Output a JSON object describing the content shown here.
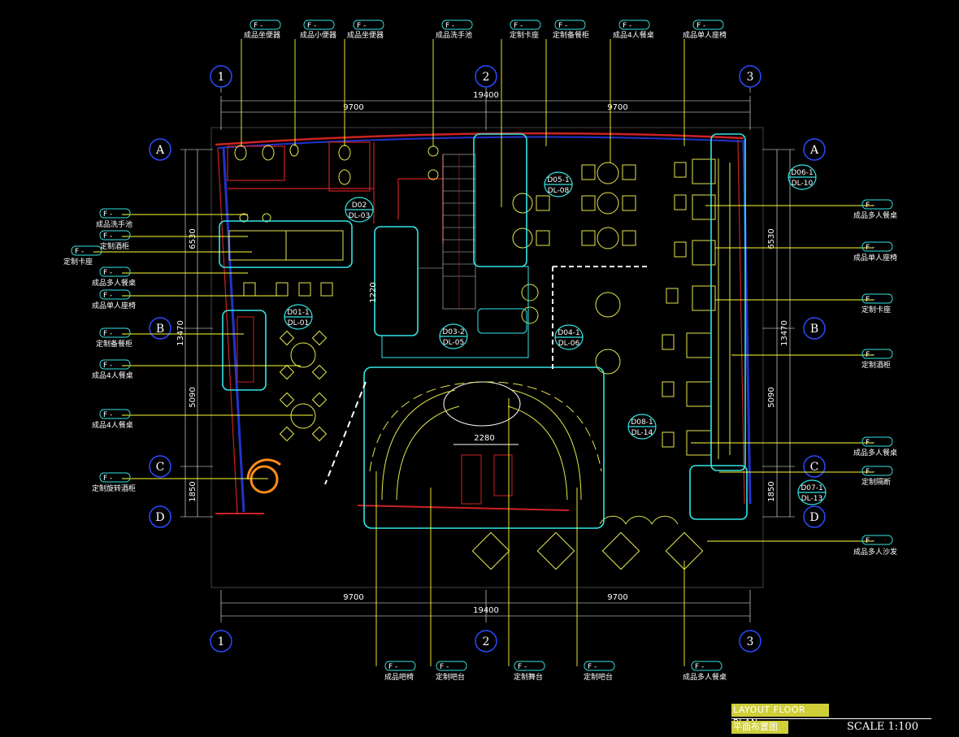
{
  "title_block": {
    "title_en": "LAYOUT FLOOR PLAN",
    "title_cn": "平面布置图",
    "scale": "SCALE 1:100"
  },
  "grid_labels": {
    "cols": [
      "1",
      "2",
      "3"
    ],
    "rows": [
      "A",
      "B",
      "C",
      "D"
    ]
  },
  "dimensions": {
    "top_half_left": "9700",
    "top_half_right": "9700",
    "top_total": "19400",
    "bottom_half_left": "9700",
    "bottom_half_right": "9700",
    "bottom_total": "19400",
    "left_ab": "6530",
    "left_bc": "5090",
    "left_cd": "1850",
    "left_total": "13470",
    "right_ab": "6530",
    "right_bc": "5090",
    "right_cd": "1850",
    "right_total": "13470",
    "inner_1220": "1220",
    "inner_2280": "2280"
  },
  "tag_text": "F -",
  "labels_top": [
    "成品坐便器",
    "成品小便器",
    "成品坐便器",
    "成品洗手池",
    "定制卡座",
    "定制备餐柜",
    "成品4人餐桌",
    "成品单人座椅"
  ],
  "labels_left": [
    "成品洗手池",
    "定制酒柜",
    "定制卡座",
    "成品多人餐桌",
    "成品单人座椅",
    "定制备餐柜",
    "成品4人餐桌",
    "成品4人餐桌",
    "定制旋转酒柜"
  ],
  "labels_right": [
    "成品多人餐桌",
    "成品单人座椅",
    "定制卡座",
    "定制酒柜",
    "成品多人餐桌",
    "定制隔断",
    "成品多人沙发"
  ],
  "labels_bottom": [
    "成品吧椅",
    "定制吧台",
    "定制舞台",
    "定制吧台",
    "成品多人餐桌"
  ],
  "detail_tags": [
    {
      "top": "D02",
      "bottom": "DL-03"
    },
    {
      "top": "D05-1",
      "bottom": "DL-08"
    },
    {
      "top": "D06-1",
      "bottom": "DL-10"
    },
    {
      "top": "D01-1",
      "bottom": "DL-01"
    },
    {
      "top": "D03-2",
      "bottom": "DL-05"
    },
    {
      "top": "D04-1",
      "bottom": "DL-06"
    },
    {
      "top": "D08-1",
      "bottom": "DL-14"
    },
    {
      "top": "D07-1",
      "bottom": "DL-13"
    }
  ],
  "colors": {
    "background": "#000000",
    "leader": "#ffff33",
    "furniture": "#e6e64d",
    "cyan": "#33e6e6",
    "wall_blue": "#2233cc",
    "wall_red": "#cc2222",
    "grid_circle": "#2a4cff",
    "white": "#ffffff",
    "orange": "#ff8c1a",
    "green": "#33cc33"
  }
}
